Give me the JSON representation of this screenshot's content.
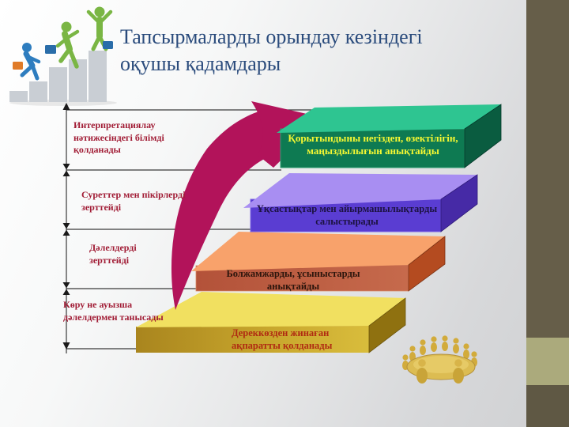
{
  "slide": {
    "title": "Тапсырмаларды орындау кезіндегі оқушы қадамдары",
    "title_lines": [
      "Тапсырмаларды орындау кезіндегі",
      "оқушы қадамдары"
    ]
  },
  "diagram": {
    "type": "staircase-process",
    "left_labels": [
      {
        "text": "Интерпретациялау нәтижесіндегі білімді қолданады"
      },
      {
        "text": "Суреттер мен пікірлерді зерттейді"
      },
      {
        "text": "Дәлелдерді зерттейді"
      },
      {
        "text": "Көру не ауызша дәлелдермен танысады"
      }
    ],
    "steps": [
      {
        "level": 4,
        "label": "Қорытындыны негіздеп, өзектілігін, маңыздылығын анықтайды",
        "face_color": "#0e7a52",
        "top_color": "#2ec591",
        "text_color": "#f5f832"
      },
      {
        "level": 3,
        "label": "Ұқсастықтар мен айырмашылықтарды салыстырады",
        "face_color": "#5a3dd2",
        "top_color": "#a88ef2",
        "text_color": "#1c1240"
      },
      {
        "level": 2,
        "label": "Болжамжарды, ұсыныстарды анықтайды",
        "face_color": "#c05e42",
        "top_color": "#f8a26b",
        "text_color": "#2c150c"
      },
      {
        "level": 1,
        "label": "Дереккөзден жинаған ақпаратты қолданады",
        "face_color": "#c7a52c",
        "top_color": "#f1e060",
        "text_color": "#b02b12"
      }
    ],
    "arrow_color": "#b2135a",
    "axis_color": "#3a3a3a"
  },
  "decor": {
    "logo_icon": "figures-climbing-bar-stairs",
    "footer_icon": "golden-round-table-meeting",
    "side_band_colors": [
      "#665e49",
      "#abaa7c",
      "#5f5844"
    ],
    "title_color": "#2a4b7c",
    "label_color": "#a11c35"
  }
}
